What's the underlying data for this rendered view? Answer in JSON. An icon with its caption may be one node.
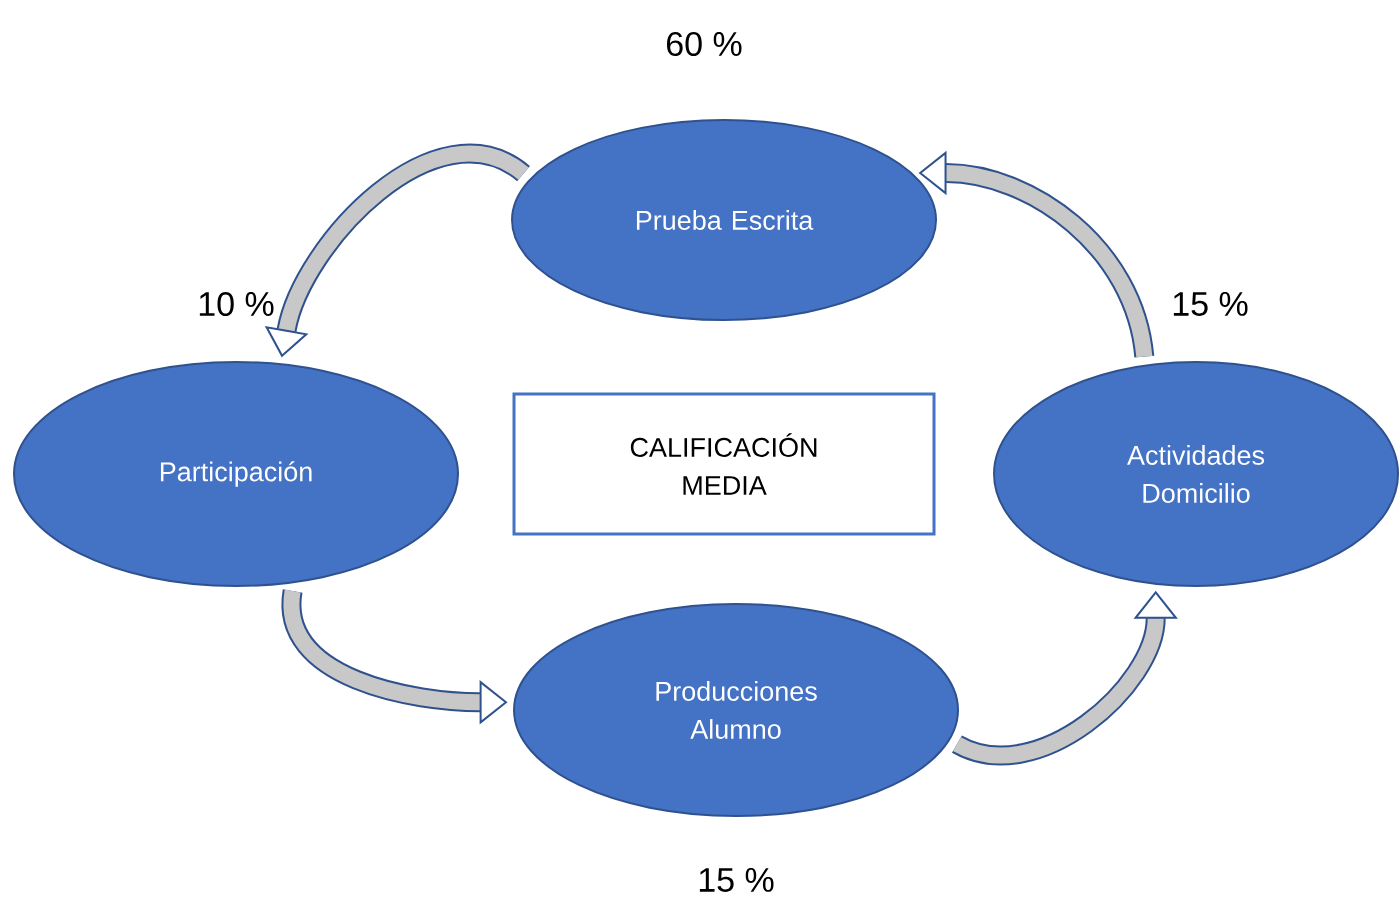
{
  "diagram": {
    "nodes": [
      {
        "text": [
          "Prueba Escrita"
        ],
        "beside": [
          "60 %"
        ]
      },
      {
        "text": [
          "Actividades Domicilio"
        ],
        "beside": [
          "15 %"
        ]
      },
      {
        "text": [
          "Producciones Alumno"
        ],
        "beside": [
          "15 %"
        ]
      },
      {
        "text": [
          "Participación"
        ],
        "beside": [
          "10 %"
        ]
      },
      {
        "text": [
          "CALIFICACIÓN MEDIA"
        ]
      }
    ],
    "edges": [
      {
        "from": 0,
        "to": 3,
        "arrow": "to"
      },
      {
        "from": 3,
        "to": 2,
        "arrow": "to"
      },
      {
        "from": 2,
        "to": 1,
        "arrow": "to"
      },
      {
        "from": 1,
        "to": 0,
        "arrow": "to"
      }
    ]
  }
}
